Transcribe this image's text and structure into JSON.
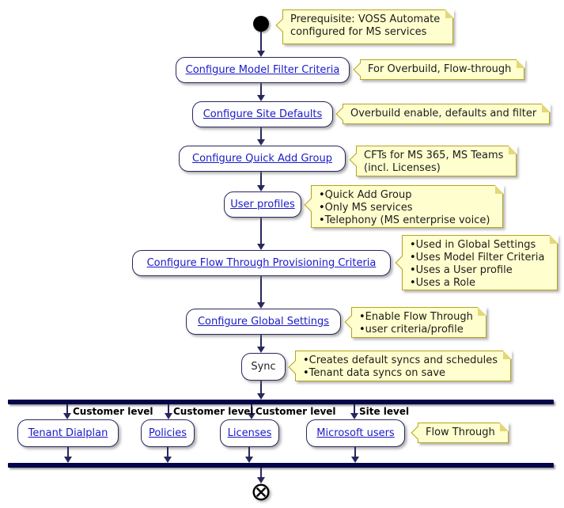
{
  "diagram_type": "activity-flowchart",
  "colors": {
    "note_background": "#FEFECE",
    "note_border": "#B8A31F",
    "activity_border": "#28285E",
    "link_color": "#1a1ac9",
    "arrow_color": "#28285E",
    "fork_bar_color": "#05054B"
  },
  "start": {
    "note_lines": [
      "Prerequisite: VOSS Automate",
      "configured for MS services"
    ]
  },
  "activities": [
    {
      "label": "Configure Model Filter Criteria",
      "note_lines": [
        "For Overbuild, Flow-through"
      ]
    },
    {
      "label": "Configure Site Defaults",
      "note_lines": [
        "Overbuild enable, defaults and filter"
      ]
    },
    {
      "label": "Configure Quick Add Group",
      "note_lines": [
        "CFTs for MS 365, MS Teams",
        "(incl. Licenses)"
      ]
    },
    {
      "label": "User profiles",
      "note_bullets": [
        "Quick Add Group",
        "Only MS services",
        "Telephony (MS enterprise voice)"
      ]
    },
    {
      "label": "Configure Flow Through Provisioning Criteria",
      "note_bullets": [
        "Used in Global Settings",
        "Uses Model Filter Criteria",
        "Uses a User profile",
        "Uses a Role"
      ]
    },
    {
      "label": "Configure Global Settings",
      "note_bullets": [
        "Enable Flow Through",
        "user criteria/profile"
      ]
    },
    {
      "label": "Sync",
      "note_bullets": [
        "Creates default syncs and schedules",
        "Tenant data syncs on save"
      ]
    }
  ],
  "fork": {
    "branches": [
      {
        "level_label": "Customer level",
        "activity": "Tenant Dialplan"
      },
      {
        "level_label": "Customer level",
        "activity": "Policies"
      },
      {
        "level_label": "Customer level",
        "activity": "Licenses"
      },
      {
        "level_label": "Site level",
        "activity": "Microsoft users",
        "note_lines": [
          "Flow Through"
        ]
      }
    ]
  }
}
